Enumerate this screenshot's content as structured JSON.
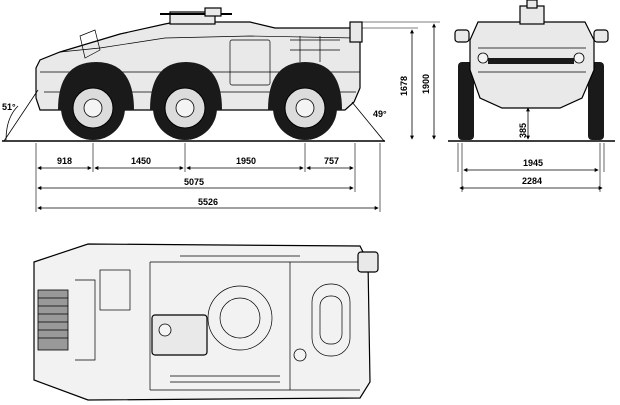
{
  "dimensions": {
    "approach_angle": "51°",
    "departure_angle": "49°",
    "front_overhang": "918",
    "wheelbase_1_2": "1450",
    "wheelbase_2_3": "1950",
    "rear_overhang": "757",
    "hull_length": "5075",
    "overall_length": "5526",
    "hull_height": "1678",
    "overall_height": "1900",
    "ground_clearance": "385",
    "track_width": "1945",
    "overall_width": "2284"
  }
}
